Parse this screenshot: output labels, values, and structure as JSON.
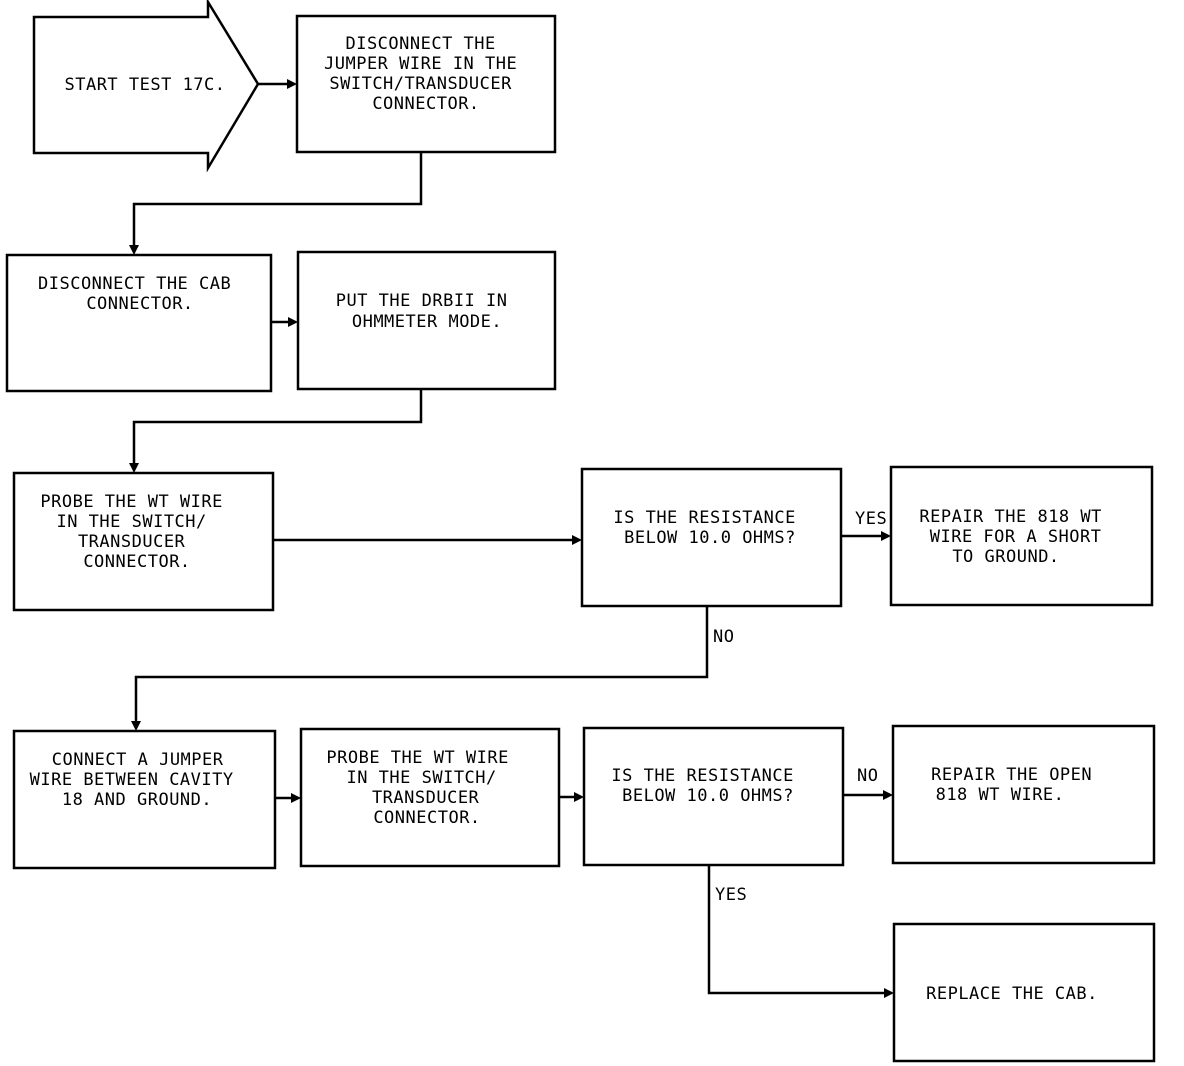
{
  "nodes": {
    "start": {
      "lines": [
        "START TEST 17C."
      ]
    },
    "disconnect_jumper": {
      "lines": [
        "DISCONNECT THE",
        "JUMPER WIRE IN THE",
        "SWITCH/TRANSDUCER",
        "CONNECTOR."
      ]
    },
    "disconnect_cab": {
      "lines": [
        "DISCONNECT THE CAB",
        "CONNECTOR."
      ]
    },
    "put_drbii": {
      "lines": [
        "PUT THE DRBII IN",
        "OHMMETER MODE."
      ]
    },
    "probe_wt_1": {
      "lines": [
        "PROBE THE WT WIRE",
        "IN THE SWITCH/",
        "TRANSDUCER",
        "CONNECTOR."
      ]
    },
    "decision_1": {
      "lines": [
        "IS THE RESISTANCE",
        "BELOW 10.0 OHMS?"
      ]
    },
    "repair_short": {
      "lines": [
        "REPAIR THE 818 WT",
        "WIRE FOR A SHORT",
        "TO GROUND."
      ]
    },
    "connect_jumper": {
      "lines": [
        "CONNECT A JUMPER",
        "WIRE BETWEEN CAVITY",
        "18 AND GROUND."
      ]
    },
    "probe_wt_2": {
      "lines": [
        "PROBE THE WT WIRE",
        "IN THE SWITCH/",
        "TRANSDUCER",
        "CONNECTOR."
      ]
    },
    "decision_2": {
      "lines": [
        "IS THE RESISTANCE",
        "BELOW 10.0 OHMS?"
      ]
    },
    "repair_open": {
      "lines": [
        "REPAIR THE OPEN",
        "818 WT WIRE."
      ]
    },
    "replace_cab": {
      "lines": [
        "REPLACE THE CAB."
      ]
    }
  },
  "edge_labels": {
    "d1_yes": "YES",
    "d1_no": "NO",
    "d2_no": "NO",
    "d2_yes": "YES"
  }
}
